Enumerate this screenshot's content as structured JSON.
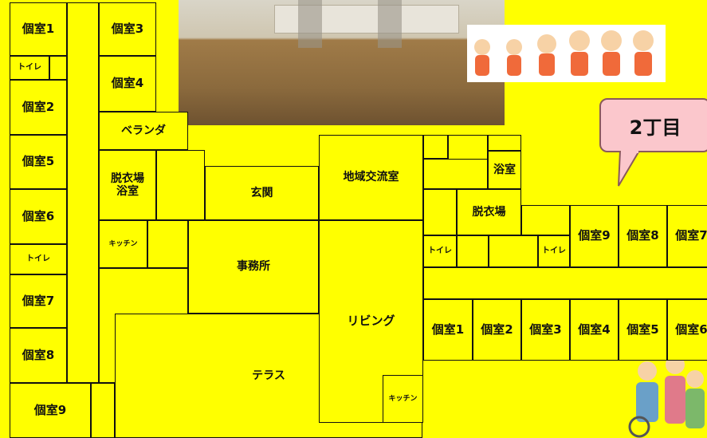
{
  "photo_floor": {
    "icon": "dining-room-photo"
  },
  "photo_exercise": {
    "icon": "exercise-seniors-illustration"
  },
  "photo_people": {
    "icon": "seniors-group-illustration"
  },
  "bubble": {
    "label": "2丁目"
  },
  "left_block": {
    "r1": "個室1",
    "r3": "個室3",
    "toilet1": "トイレ",
    "r4": "個室4",
    "r2": "個室2",
    "veranda": "ベランダ",
    "r5": "個室5",
    "dressing": "脱衣場\n浴室",
    "entrance": "玄関",
    "r6": "個室6",
    "kitchen1": "キッチン",
    "toilet2": "トイレ",
    "office": "事務所",
    "r7": "個室7",
    "living1": "リビング",
    "r8": "個室8",
    "terrace": "テラス",
    "r9": "個室9"
  },
  "center": {
    "community": "地域交流室",
    "living2": "リビング",
    "kitchen2": "キッチン"
  },
  "right_block": {
    "bath": "浴室",
    "dressing": "脱衣場",
    "toilet_a": "トイレ",
    "toilet_b": "トイレ",
    "r9": "個室9",
    "r8": "個室8",
    "r7": "個室7",
    "r1": "個室1",
    "r2": "個室2",
    "r3": "個室3",
    "r4": "個室4",
    "r5": "個室5",
    "r6": "個室6"
  }
}
